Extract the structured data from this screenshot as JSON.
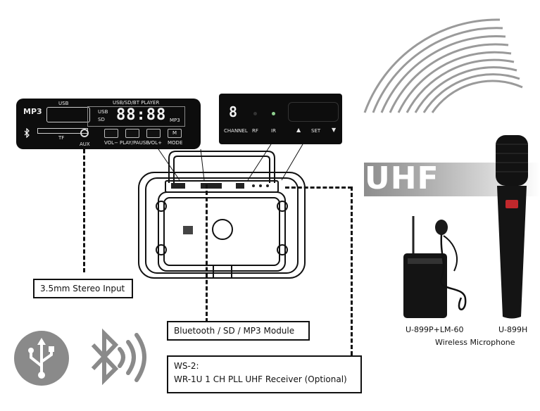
{
  "mp3_panel": {
    "mp3_label": "MP3",
    "usb_label": "USB",
    "tf_label": "TF",
    "aux_label": "AUX",
    "title": "USB/SD/BT PLAYER",
    "src_usb": "USB",
    "src_sd": "SD",
    "digits": "88:88",
    "mp3_label_right": "MP3",
    "btn_vol_minus": "VOL−",
    "btn_play_pause": "PLAY/PAUSE",
    "btn_vol_plus": "VOL+",
    "btn_mode": "MODE",
    "btn_m": "M"
  },
  "receiver_panel": {
    "digit": "8",
    "channel_label": "CHANNEL",
    "rf_label": "RF",
    "ir_label": "IR",
    "set_label": "SET"
  },
  "uhf_label": "UHF",
  "callouts": {
    "stereo_input": "3.5mm Stereo Input",
    "bt_module": "Bluetooth / SD / MP3 Module",
    "ws2_line1": "WS-2:",
    "ws2_line2": "WR-1U 1 CH PLL UHF Receiver (Optional)"
  },
  "mics": {
    "bodypack_model": "U-899P+LM-60",
    "handheld_model": "U-899H",
    "caption": "Wireless Microphone"
  },
  "icons": [
    "usb-icon",
    "bluetooth-icon",
    "wireless-waves-icon"
  ],
  "colors": {
    "panel": "#0d0d0d",
    "icon_gray": "#8a8a8a",
    "uhf_band": "#999999"
  }
}
